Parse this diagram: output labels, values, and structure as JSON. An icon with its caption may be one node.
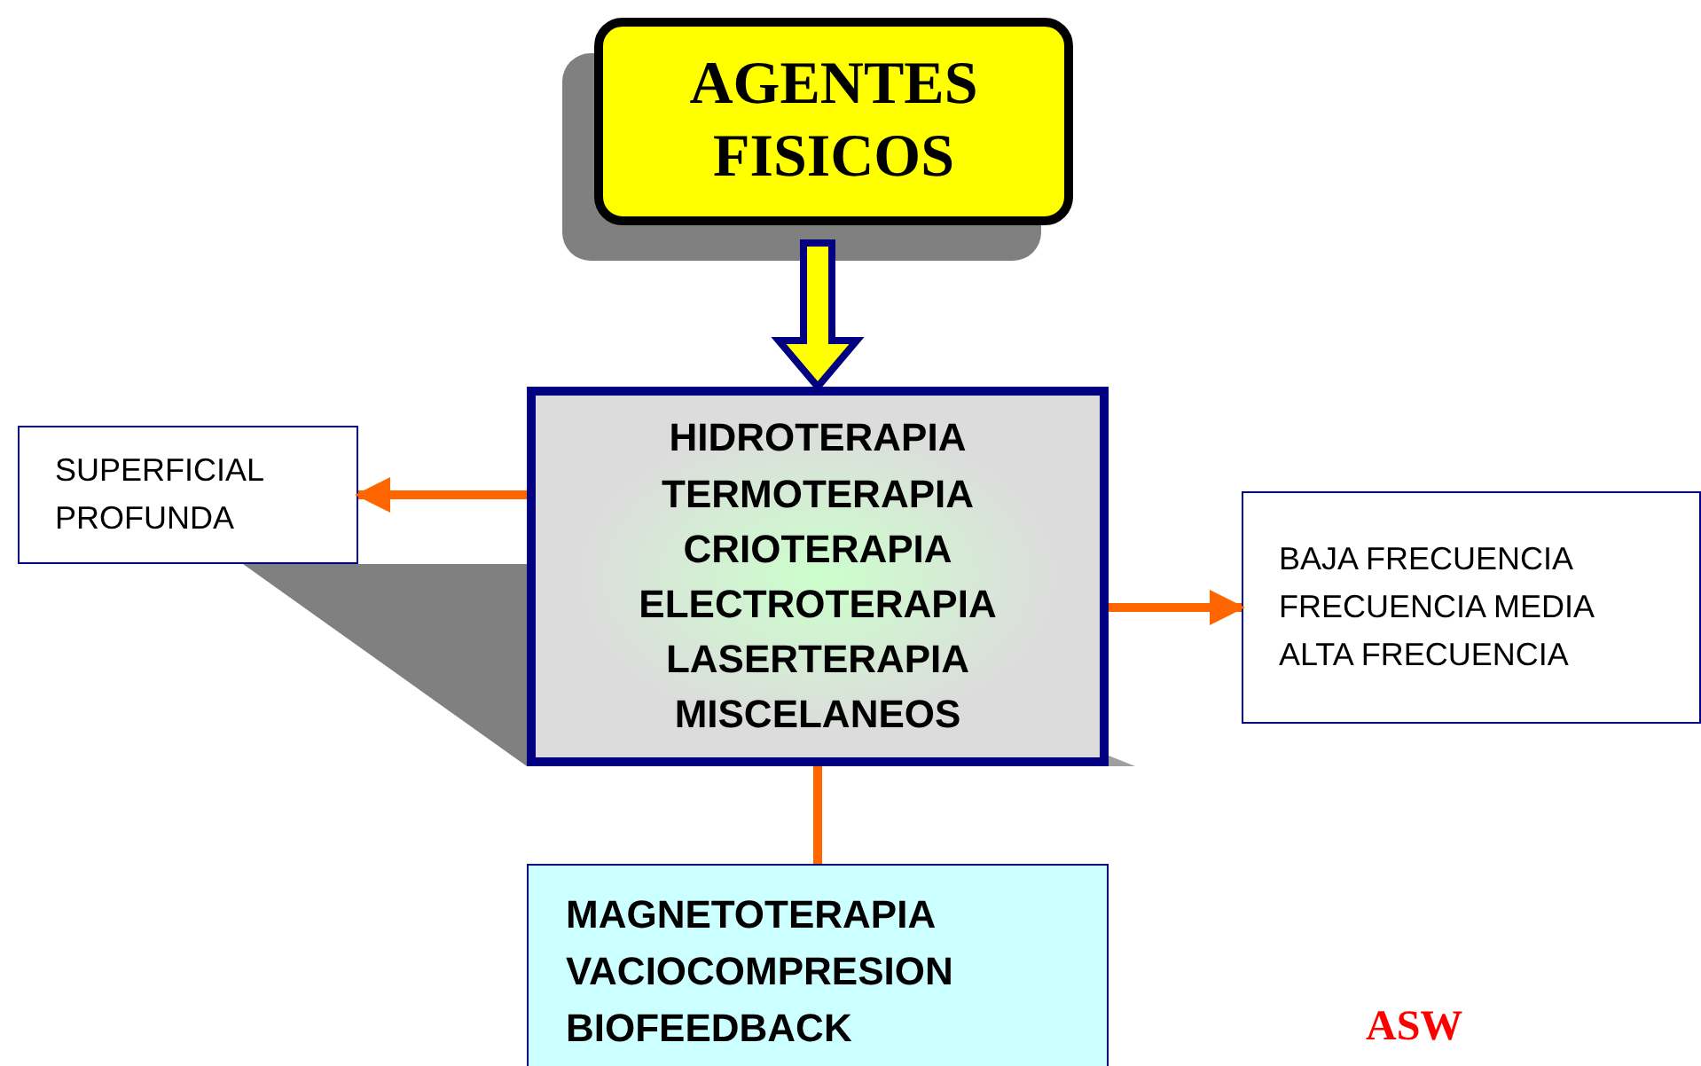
{
  "diagram": {
    "nodes": [
      {
        "text": [
          "AGENTES FISICOS"
        ]
      },
      {
        "text": [
          "HIDROTERAPIA",
          "TERMOTERAPIA",
          "CRIOTERAPIA",
          "ELECTROTERAPIA",
          "LASERTERAPIA",
          "MISCELANEOS"
        ]
      },
      {
        "text": [
          "SUPERFICIAL",
          "PROFUNDA"
        ]
      },
      {
        "text": [
          "BAJA FRECUENCIA",
          "FRECUENCIA MEDIA",
          "ALTA FRECUENCIA"
        ]
      },
      {
        "text": [
          "MAGNETOTERAPIA",
          "VACIOCOMPRESION",
          "BIOFEEDBACK"
        ]
      }
    ],
    "edges": [
      {
        "from": 0,
        "to": 1,
        "arrow": "to",
        "style": "thick",
        "color": "#ffff00"
      },
      {
        "from": 1,
        "to": 2,
        "arrow": "to"
      },
      {
        "from": 1,
        "to": 3,
        "arrow": "to"
      },
      {
        "from": 1,
        "to": 4,
        "arrow": "none"
      }
    ],
    "labels": [
      "ASW"
    ]
  }
}
